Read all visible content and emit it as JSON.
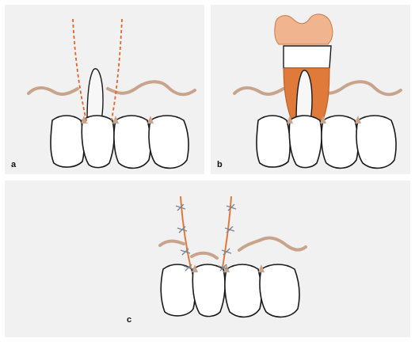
{
  "panels": [
    {
      "label": "a"
    },
    {
      "label": "b"
    },
    {
      "label": "c"
    }
  ],
  "colors": {
    "background": "#f1f1f1",
    "gingiva": "#c9a48d",
    "tooth_outline": "#1a1a1a",
    "incision": "#e0662a",
    "graft": "#e07a3a",
    "graft_light": "#f0b48e",
    "suture": "#7a8590"
  }
}
